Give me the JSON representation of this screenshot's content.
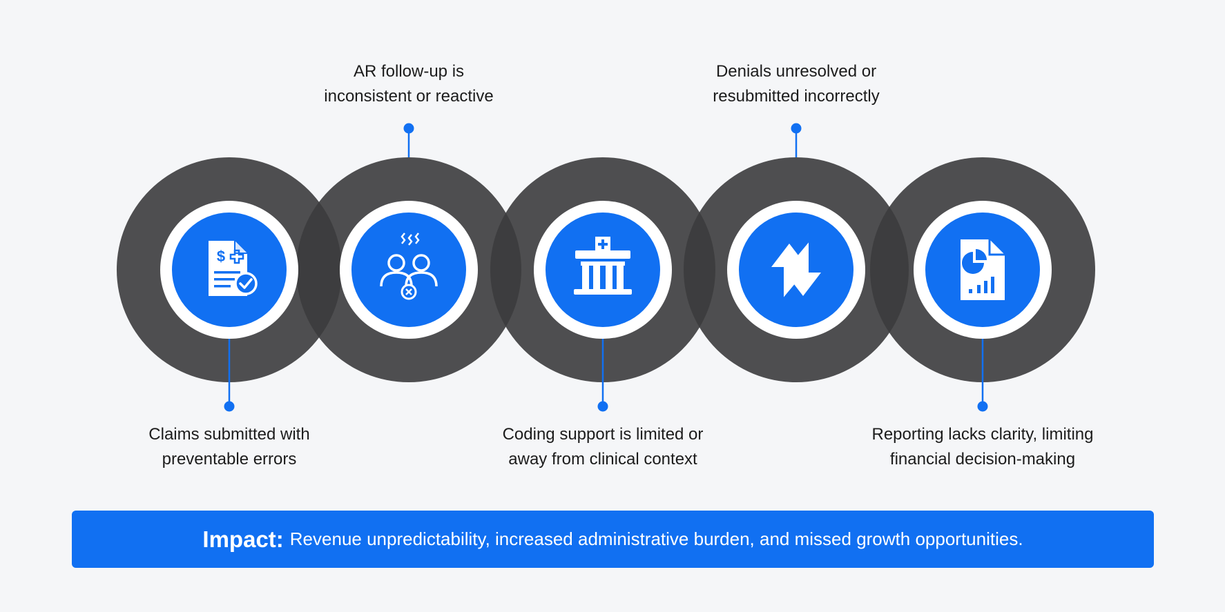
{
  "colors": {
    "background": "#f5f6f8",
    "ring": "#3c3c3d",
    "white_ring": "#ffffff",
    "accent": "#1170f2",
    "connector": "#1170f2",
    "text": "#1c1c1c"
  },
  "steps": [
    {
      "icon": "claim-document-dollar-check-icon",
      "lines": [
        "Claims submitted with",
        "preventable errors"
      ],
      "label_position": "bottom"
    },
    {
      "icon": "frustrated-people-icon",
      "lines": [
        "AR follow-up is",
        "inconsistent or reactive"
      ],
      "label_position": "top"
    },
    {
      "icon": "hospital-building-icon",
      "lines": [
        "Coding support is limited or",
        "away from clinical context"
      ],
      "label_position": "bottom"
    },
    {
      "icon": "resubmit-arrows-icon",
      "lines": [
        "Denials unresolved or",
        "resubmitted incorrectly"
      ],
      "label_position": "top"
    },
    {
      "icon": "report-chart-document-icon",
      "lines": [
        "Reporting lacks clarity, limiting",
        "financial decision-making"
      ],
      "label_position": "bottom"
    }
  ],
  "impact": {
    "lead": "Impact:",
    "text": "Revenue unpredictability, increased administrative burden, and missed growth opportunities."
  }
}
